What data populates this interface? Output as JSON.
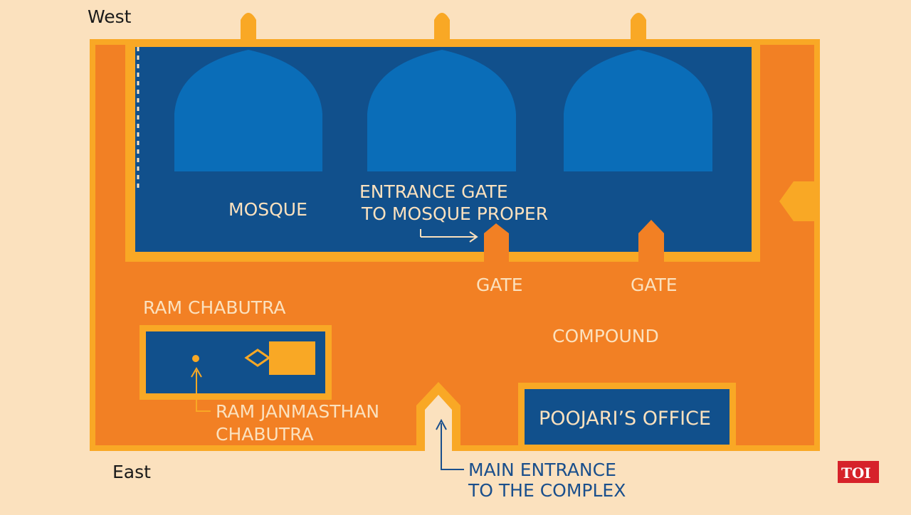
{
  "labels": {
    "west": "West",
    "east": "East",
    "mosque": "MOSQUE",
    "entrance_gate_line1": "ENTRANCE GATE",
    "entrance_gate_line2": "TO MOSQUE PROPER",
    "gate_left": "GATE",
    "gate_right": "GATE",
    "ram_chabutra": "RAM CHABUTRA",
    "compound": "COMPOUND",
    "janmasthan_line1": "RAM JANMASTHAN",
    "janmasthan_line2": "CHABUTRA",
    "poojari_office": "POOJARI’S OFFICE",
    "main_entrance_line1": "MAIN ENTRANCE",
    "main_entrance_line2": "TO THE COMPLEX",
    "logo": "TOI"
  },
  "colors": {
    "background": "#FBE1BE",
    "compound_orange": "#F28024",
    "wall_yellow": "#F9A825",
    "mosque_navy": "#11508C",
    "dome_blue": "#0A6DB8",
    "logo_red": "#D6222A"
  }
}
